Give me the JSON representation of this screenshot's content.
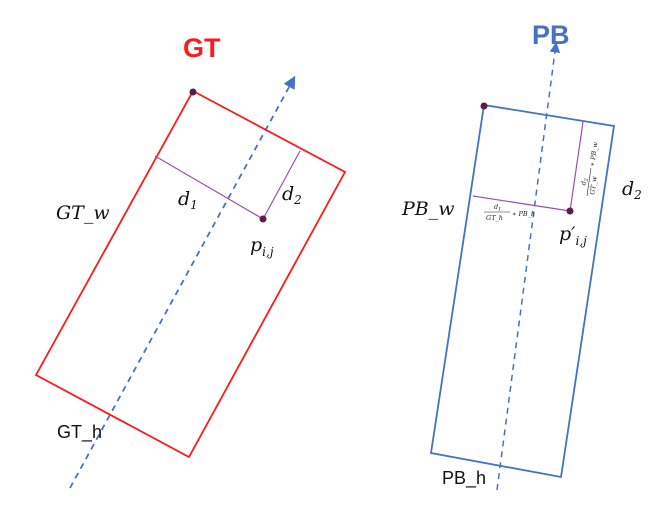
{
  "gt": {
    "title": "GT",
    "width_label": "GT_w",
    "height_label": "GT_h",
    "d1_label": "d",
    "d1_sub": "1",
    "d2_label": "d",
    "d2_sub": "2",
    "point_label": "p",
    "point_sub": "i,j"
  },
  "pb": {
    "title": "PB",
    "width_label": "PB_w",
    "height_label": "PB_h",
    "d2_label": "d",
    "d2_sub": "2",
    "point_label": "p′",
    "point_sub": "i,j",
    "scaled_d1": {
      "num": "d",
      "num_sub": "1",
      "den": "GT_h",
      "tail": "∗ PB_h"
    },
    "scaled_d2": {
      "num": "d",
      "num_sub": "2",
      "den": "GT_w",
      "tail": "∗ PB_w"
    }
  },
  "colors": {
    "gt": "#ff1a1a",
    "pb": "#4472c4",
    "axis": "#4472c4",
    "distance": "#9b4fb0",
    "point": "#5b1a4a"
  }
}
